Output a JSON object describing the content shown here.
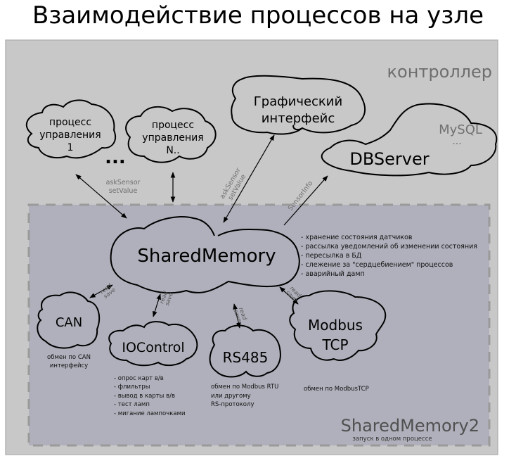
{
  "title": "Взаимодействие процессов на узле",
  "controller": {
    "label": "контроллер"
  },
  "nodes": {
    "proc1": {
      "lines": [
        "процесс",
        "управления",
        "1"
      ]
    },
    "ellipsis": "...",
    "procN": {
      "lines": [
        "процесс",
        "управления",
        "N.."
      ]
    },
    "gui": {
      "lines": [
        "Графический",
        "интерфейс"
      ]
    },
    "dbserver": {
      "label": "DBServer",
      "sublabel": "MySQL",
      "subdots": "..."
    },
    "sharedmemory": {
      "label": "SharedMemory"
    },
    "can": {
      "label": "CAN",
      "note": [
        "обмен по CAN",
        "интерфейсу"
      ]
    },
    "iocontrol": {
      "label": "IOControl",
      "notes": [
        "- опрос карт в/в",
        "- флильтры",
        "- вывод в карты в/в",
        "- тест ламп",
        "- мигание лампочками"
      ]
    },
    "rs485": {
      "label": "RS485",
      "note": [
        "обмен по Modbus RTU",
        "или другому",
        "RS-протоколу"
      ]
    },
    "modbustcp": {
      "lines": [
        "Modbus",
        "TCP"
      ],
      "note": "обмен по ModbusTCP"
    }
  },
  "arrow_labels": {
    "ask1": [
      "askSensor",
      "setValue"
    ],
    "ask2": [
      "askSensor",
      "setValue"
    ],
    "sensorinfo": "SensorInfo",
    "readsave": [
      "read",
      "save"
    ]
  },
  "sm_features": [
    "- хранение состояния датчиков",
    "- рассылка уведомлений об изменении состояния",
    "- пересылка в БД",
    "- слежение за \"сердцебиением\" процессов",
    "- аварийный дамп"
  ],
  "sm2": {
    "label": "SharedMemory2",
    "note": "запуск в одном процессе"
  },
  "colors": {
    "outer_bg": "#c8c8c8",
    "inner_bg": "#b0b0bc",
    "dash": "#999999",
    "muted": "#707070"
  }
}
